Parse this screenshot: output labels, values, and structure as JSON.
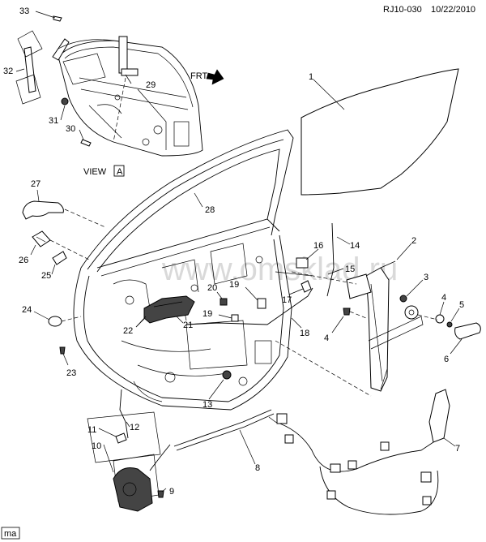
{
  "header": {
    "code": "RJ10-030",
    "date": "10/22/2010"
  },
  "view": {
    "label": "VIEW",
    "letter": "A"
  },
  "direction": {
    "label": "FRT"
  },
  "watermark": {
    "text": "www.omsklad.ru"
  },
  "corner_tag": {
    "text": "ma"
  },
  "callouts": {
    "c1": "1",
    "c2": "2",
    "c3": "3",
    "c4": "4",
    "c4b": "4",
    "c5": "5",
    "c6": "6",
    "c7": "7",
    "c8": "8",
    "c9": "9",
    "c10": "10",
    "c11": "11",
    "c12": "12",
    "c13": "13",
    "c14": "14",
    "c15": "15",
    "c16": "16",
    "c17": "17",
    "c18": "18",
    "c19": "19",
    "c19b": "19",
    "c20": "20",
    "c21": "21",
    "c22": "22",
    "c23": "23",
    "c24": "24",
    "c25": "25",
    "c26": "26",
    "c27": "27",
    "c28": "28",
    "c29": "29",
    "c30": "30",
    "c31": "31",
    "c32": "32",
    "c33": "33"
  }
}
